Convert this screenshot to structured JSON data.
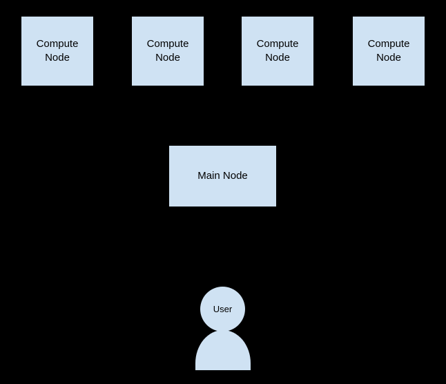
{
  "diagram": {
    "type": "architecture-diagram",
    "background_color": "#000000",
    "shape_fill_color": "#cfe2f3",
    "text_color": "#000000",
    "compute_nodes": [
      {
        "label": "Compute\nNode"
      },
      {
        "label": "Compute\nNode"
      },
      {
        "label": "Compute\nNode"
      },
      {
        "label": "Compute\nNode"
      }
    ],
    "main_node": {
      "label": "Main Node"
    },
    "actor": {
      "label": "User"
    }
  }
}
